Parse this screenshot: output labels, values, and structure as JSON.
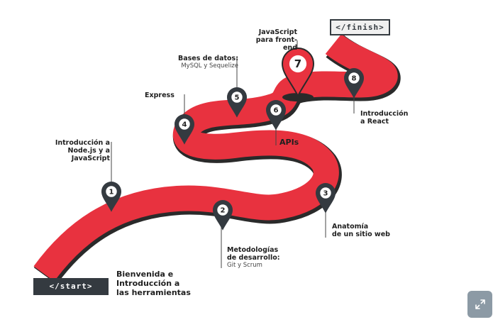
{
  "start_tag": "</start>",
  "finish_tag": "</finish>",
  "milestones": [
    {
      "number": "1",
      "title": "Introducción a\nNode.js y a JavaScript",
      "subtitle": ""
    },
    {
      "number": "2",
      "title": "Metodologías\nde desarrollo:",
      "subtitle": "Git y Scrum"
    },
    {
      "number": "3",
      "title": "Anatomía\nde un sitio web",
      "subtitle": ""
    },
    {
      "number": "4",
      "title": "Express",
      "subtitle": ""
    },
    {
      "number": "5",
      "title": "Bases de datos:",
      "subtitle": "MySQL y Sequelize"
    },
    {
      "number": "6",
      "title": "APIs",
      "subtitle": ""
    },
    {
      "number": "7",
      "title": "JavaScript\npara front-end",
      "subtitle": ""
    },
    {
      "number": "8",
      "title": "Introducción\na React",
      "subtitle": ""
    }
  ],
  "welcome_label": "Bienvenida e\nIntroducción a\nlas herramientas",
  "colors": {
    "road": "#e8323f",
    "road_dark": "#b3202c",
    "pin": "#343a40",
    "pin_highlight": "#e8323f"
  },
  "icons": {
    "expand": "expand-arrows-icon"
  }
}
